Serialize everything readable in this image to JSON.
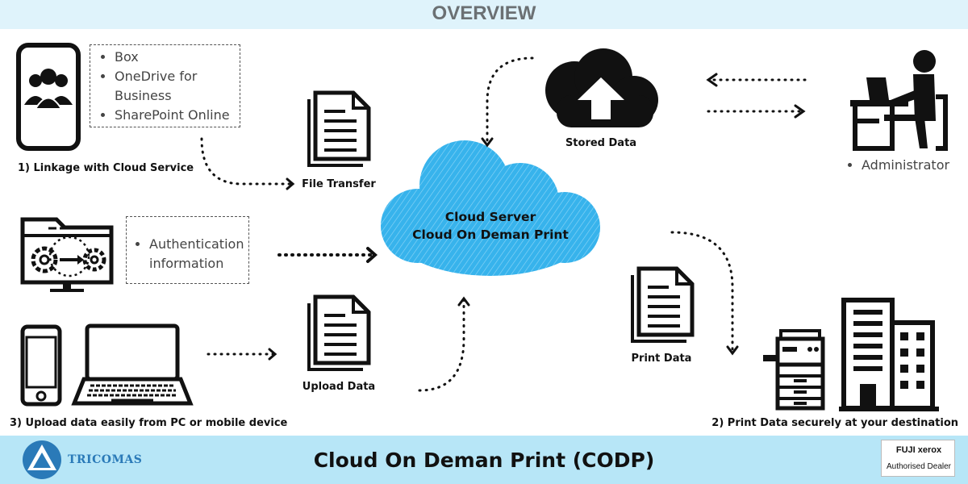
{
  "header": {
    "title": "OVERVIEW"
  },
  "footer": {
    "title": "Cloud On Deman Print (CODP)",
    "brand": "TRICOMAS",
    "badge_top": "FUJI xerox",
    "badge_bottom": "Authorised Dealer"
  },
  "cloud_services": {
    "items": [
      "Box",
      "OneDrive for Business",
      "SharePoint Online"
    ]
  },
  "auth": {
    "items": [
      "Authentication information"
    ]
  },
  "admin": {
    "items": [
      "Administrator"
    ]
  },
  "labels": {
    "linkage": "1) Linkage with Cloud Service",
    "print_secure": "2) Print Data securely at your destination",
    "upload_easily": "3) Upload data easily from PC or mobile device",
    "file_transfer": "File Transfer",
    "stored_data": "Stored Data",
    "print_data": "Print Data",
    "upload_data": "Upload Data"
  },
  "cloud_server": {
    "line1": "Cloud Server",
    "line2": "Cloud On Deman Print"
  },
  "colors": {
    "cloud": "#37b3ec",
    "header_bg": "#dff3fb",
    "footer_bg": "#b7e6f7",
    "icon": "#111111"
  }
}
